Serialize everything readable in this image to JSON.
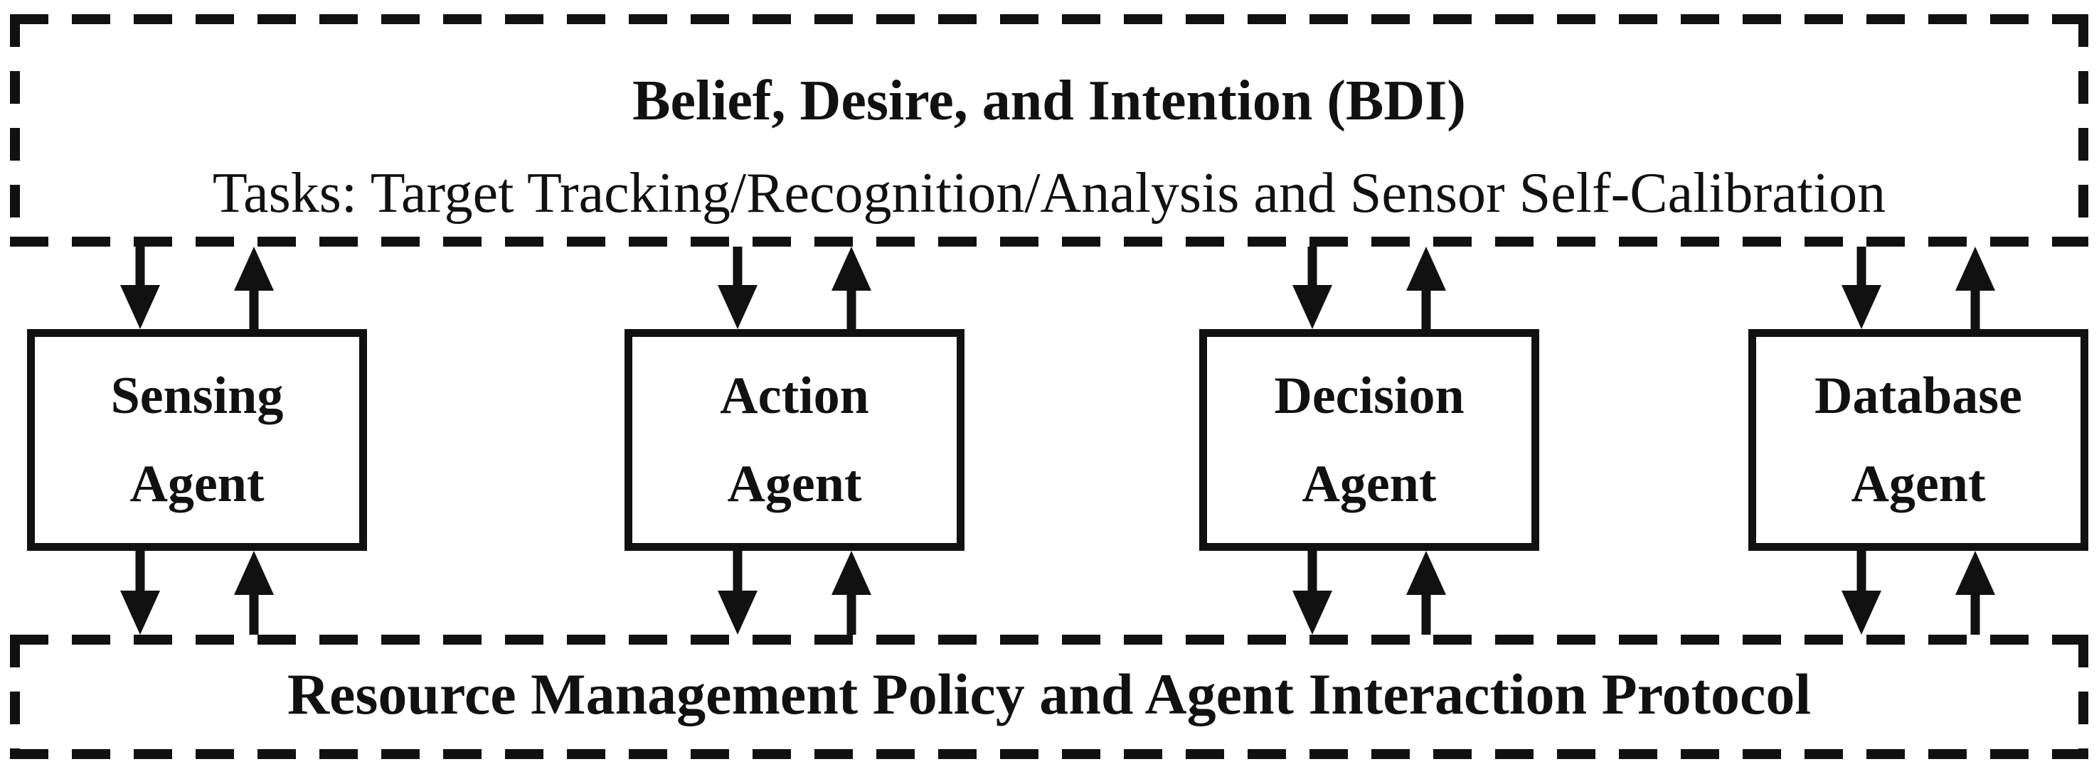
{
  "diagram": {
    "type": "block-diagram",
    "top_box": {
      "title": "Belief, Desire, and Intention (BDI)",
      "subtitle": "Tasks: Target Tracking/Recognition/Analysis and Sensor Self-Calibration"
    },
    "agents": [
      {
        "line1": "Sensing",
        "line2": "Agent"
      },
      {
        "line1": "Action",
        "line2": "Agent"
      },
      {
        "line1": "Decision",
        "line2": "Agent"
      },
      {
        "line1": "Database",
        "line2": "Agent"
      }
    ],
    "bottom_box": {
      "title": "Resource Management Policy and Agent Interaction Protocol"
    },
    "connections": [
      {
        "between": [
          "Belief, Desire, and Intention (BDI)",
          "Sensing Agent"
        ],
        "bidirectional": true
      },
      {
        "between": [
          "Belief, Desire, and Intention (BDI)",
          "Action Agent"
        ],
        "bidirectional": true
      },
      {
        "between": [
          "Belief, Desire, and Intention (BDI)",
          "Decision Agent"
        ],
        "bidirectional": true
      },
      {
        "between": [
          "Belief, Desire, and Intention (BDI)",
          "Database Agent"
        ],
        "bidirectional": true
      },
      {
        "between": [
          "Sensing Agent",
          "Resource Management Policy and Agent Interaction Protocol"
        ],
        "bidirectional": true
      },
      {
        "between": [
          "Action Agent",
          "Resource Management Policy and Agent Interaction Protocol"
        ],
        "bidirectional": true
      },
      {
        "between": [
          "Decision Agent",
          "Resource Management Policy and Agent Interaction Protocol"
        ],
        "bidirectional": true
      },
      {
        "between": [
          "Database Agent",
          "Resource Management Policy and Agent Interaction Protocol"
        ],
        "bidirectional": true
      }
    ],
    "icons": {
      "arrow_down": "▼",
      "arrow_up": "▲"
    },
    "colors": {
      "ink": "#111111",
      "bg": "#ffffff"
    }
  }
}
